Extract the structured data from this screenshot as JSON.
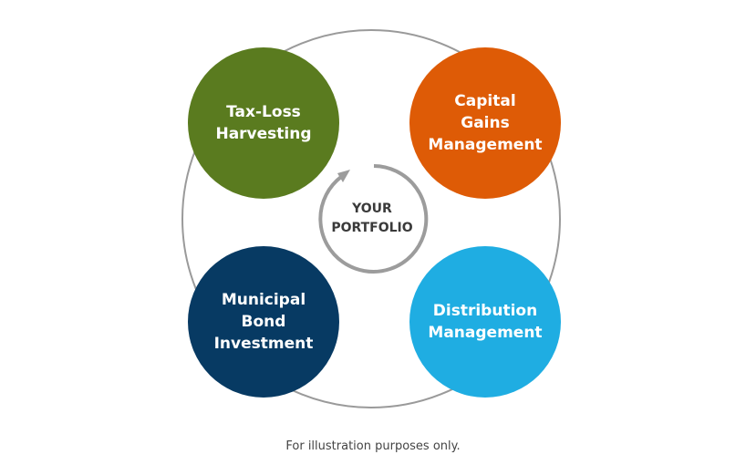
{
  "center_label": "YOUR\nPORTFOLIO",
  "nodes": [
    {
      "label": "Tax-Loss\nHarvesting",
      "color": "#5a7b1f"
    },
    {
      "label": "Capital\nGains\nManagement",
      "color": "#de5b06"
    },
    {
      "label": "Municipal\nBond\nInvestment",
      "color": "#073a63"
    },
    {
      "label": "Distribution\nManagement",
      "color": "#1fade2"
    }
  ],
  "ring_color": "#999999",
  "caption": "For illustration purposes only."
}
